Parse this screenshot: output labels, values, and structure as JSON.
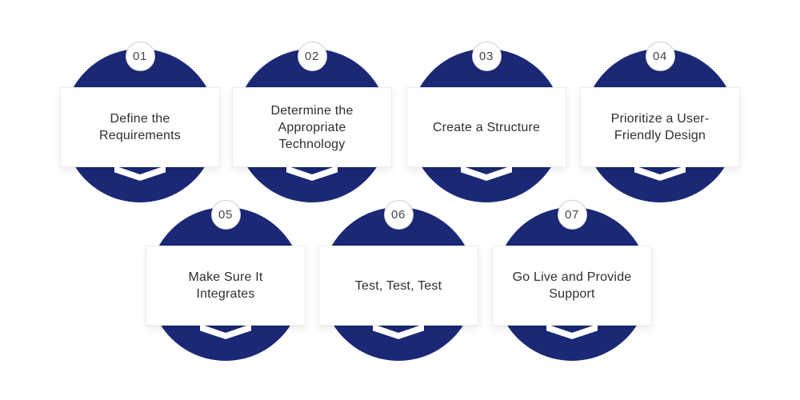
{
  "colors": {
    "circle": "#1b2876",
    "card_bg": "#ffffff",
    "card_border": "#ededed",
    "badge_bg": "#ffffff",
    "badge_border": "#d2d2d2",
    "badge_text": "#41454e",
    "text": "#2d2f33"
  },
  "steps": [
    {
      "number": "01",
      "label": "Define the Requirements"
    },
    {
      "number": "02",
      "label": "Determine the Appropriate Technology"
    },
    {
      "number": "03",
      "label": "Create a Structure"
    },
    {
      "number": "04",
      "label": "Prioritize a User-Friendly Design"
    },
    {
      "number": "05",
      "label": "Make Sure It Integrates"
    },
    {
      "number": "06",
      "label": "Test, Test, Test"
    },
    {
      "number": "07",
      "label": "Go Live and Provide Support"
    }
  ]
}
